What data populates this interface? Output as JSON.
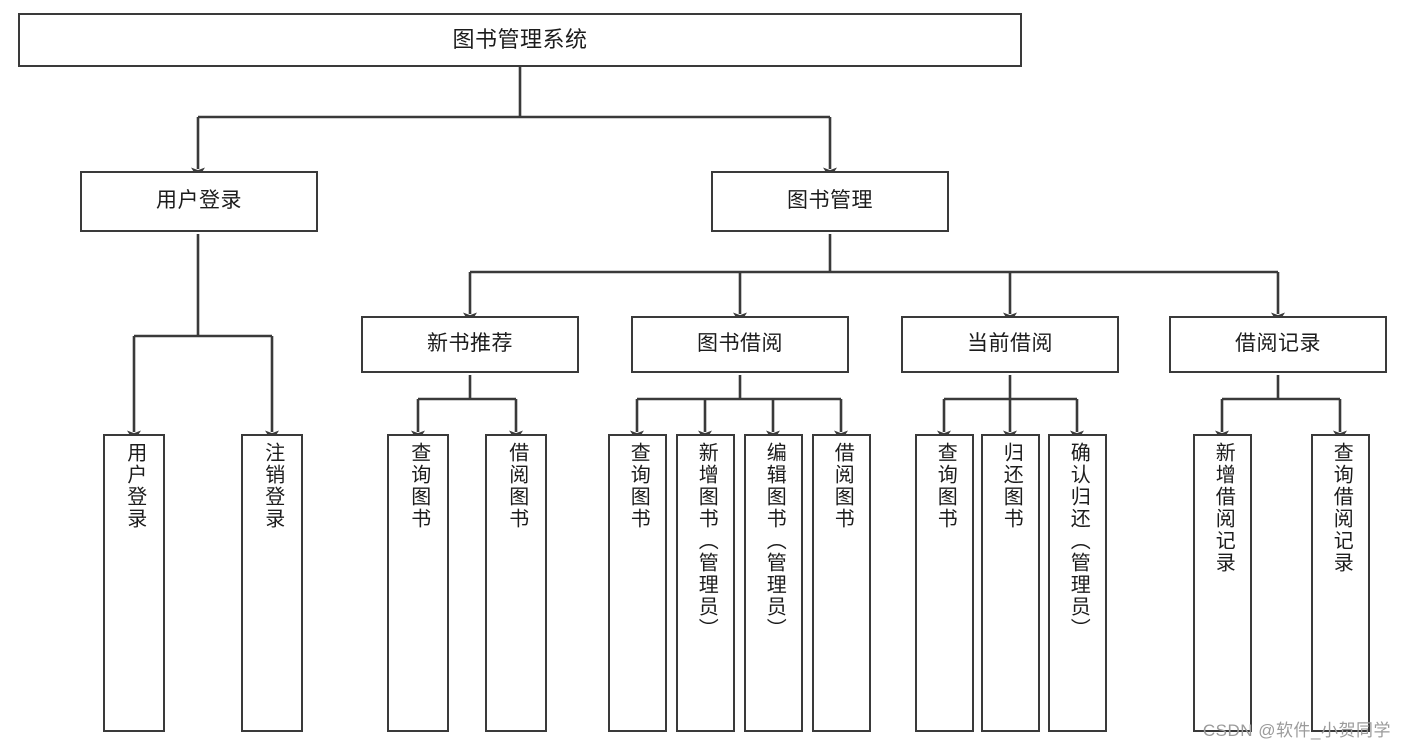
{
  "diagram": {
    "title": "图书管理系统",
    "type": "tree-hierarchy",
    "orientation": "top-down",
    "line_color": "#3a3a3a",
    "box_fill": "#ffffff",
    "text_color": "#1c1c1c"
  },
  "watermark": {
    "text": "CSDN @软件_小贺同学",
    "color": "#9b9b9b"
  },
  "nodes": {
    "root": {
      "label": "图书管理系统",
      "level": 0
    },
    "level1": [
      {
        "id": "user-login",
        "label": "用户登录"
      },
      {
        "id": "book-manage",
        "label": "图书管理"
      }
    ],
    "level2": [
      {
        "id": "new-book-recommend",
        "label": "新书推荐"
      },
      {
        "id": "book-borrow",
        "label": "图书借阅"
      },
      {
        "id": "current-borrow",
        "label": "当前借阅"
      },
      {
        "id": "borrow-record",
        "label": "借阅记录"
      }
    ],
    "leaves": {
      "user-login": [
        {
          "id": "leaf-user-login",
          "label": "用户登录"
        },
        {
          "id": "leaf-logout",
          "label": "注销登录"
        }
      ],
      "new-book-recommend": [
        {
          "id": "leaf-query-book-1",
          "label": "查询图书"
        },
        {
          "id": "leaf-borrow-book-1",
          "label": "借阅图书"
        }
      ],
      "book-borrow": [
        {
          "id": "leaf-query-book-2",
          "label": "查询图书"
        },
        {
          "id": "leaf-add-book",
          "label": "新增图书（管理员）"
        },
        {
          "id": "leaf-edit-book",
          "label": "编辑图书（管理员）"
        },
        {
          "id": "leaf-borrow-book-2",
          "label": "借阅图书"
        }
      ],
      "current-borrow": [
        {
          "id": "leaf-query-book-3",
          "label": "查询图书"
        },
        {
          "id": "leaf-return-book",
          "label": "归还图书"
        },
        {
          "id": "leaf-confirm-return",
          "label": "确认归还（管理员）"
        }
      ],
      "borrow-record": [
        {
          "id": "leaf-add-record",
          "label": "新增借阅记录"
        },
        {
          "id": "leaf-query-record",
          "label": "查询借阅记录"
        }
      ]
    }
  }
}
